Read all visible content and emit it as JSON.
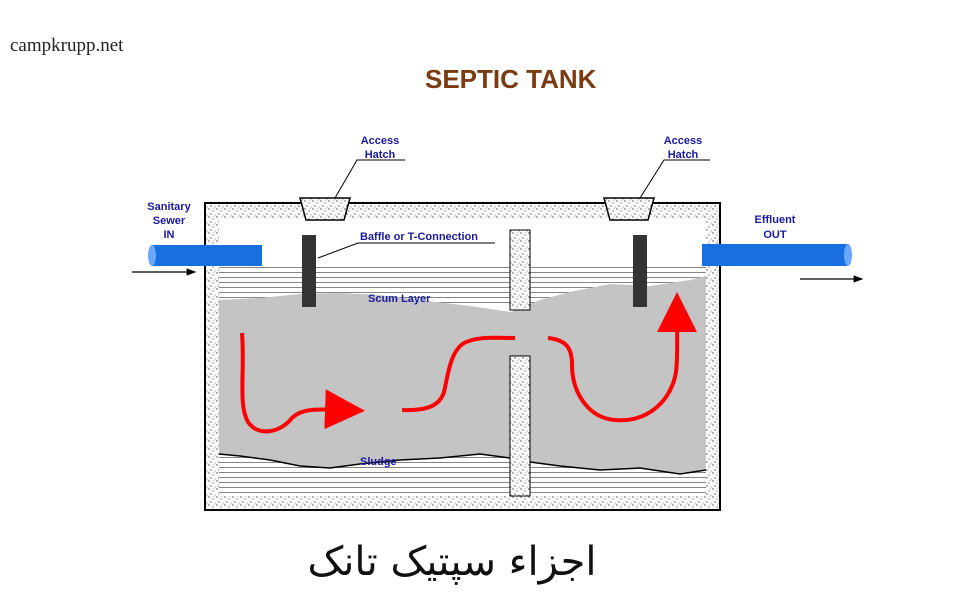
{
  "watermark": "campkrupp.net",
  "title": "SEPTIC TANK",
  "caption": "اجزاء سپتیک تانک",
  "labels": {
    "access_hatch_left_1": "Access",
    "access_hatch_left_2": "Hatch",
    "access_hatch_right_1": "Access",
    "access_hatch_right_2": "Hatch",
    "sanitary_1": "Sanitary",
    "sanitary_2": "Sewer",
    "sanitary_3": "IN",
    "effluent_1": "Effluent",
    "effluent_2": "OUT",
    "baffle": "Baffle or T-Connection",
    "scum": "Scum Layer",
    "sludge": "Sludge"
  },
  "colors": {
    "title": "#7a3b12",
    "label": "#1a1aa0",
    "pipe": "#1a6fe0",
    "flow": "#ff0000",
    "liquid": "#c4c4c4",
    "baffle": "#333333"
  }
}
